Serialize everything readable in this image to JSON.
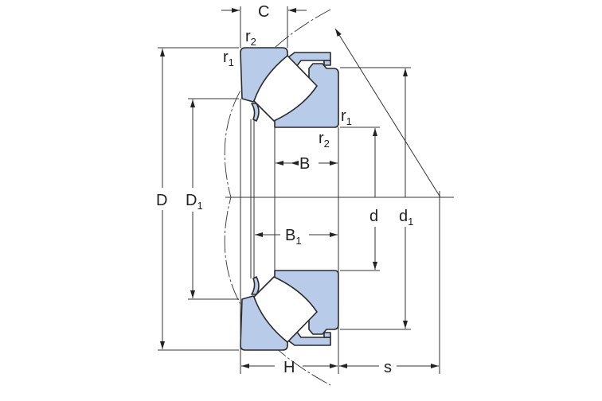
{
  "diagram": {
    "title": "Spherical roller thrust bearing dimension drawing",
    "fill_color": "#b8cbe9",
    "line_color": "#2a2a2a",
    "labels": {
      "C": "C",
      "r2_top": "r",
      "r2_top_sub": "2",
      "r1_top": "r",
      "r1_top_sub": "1",
      "r1_right": "r",
      "r1_right_sub": "1",
      "r2_right": "r",
      "r2_right_sub": "2",
      "B": "B",
      "B1": "B",
      "B1_sub": "1",
      "D": "D",
      "D1": "D",
      "D1_sub": "1",
      "d": "d",
      "d1": "d",
      "d1_sub": "1",
      "H": "H",
      "s": "s"
    }
  }
}
